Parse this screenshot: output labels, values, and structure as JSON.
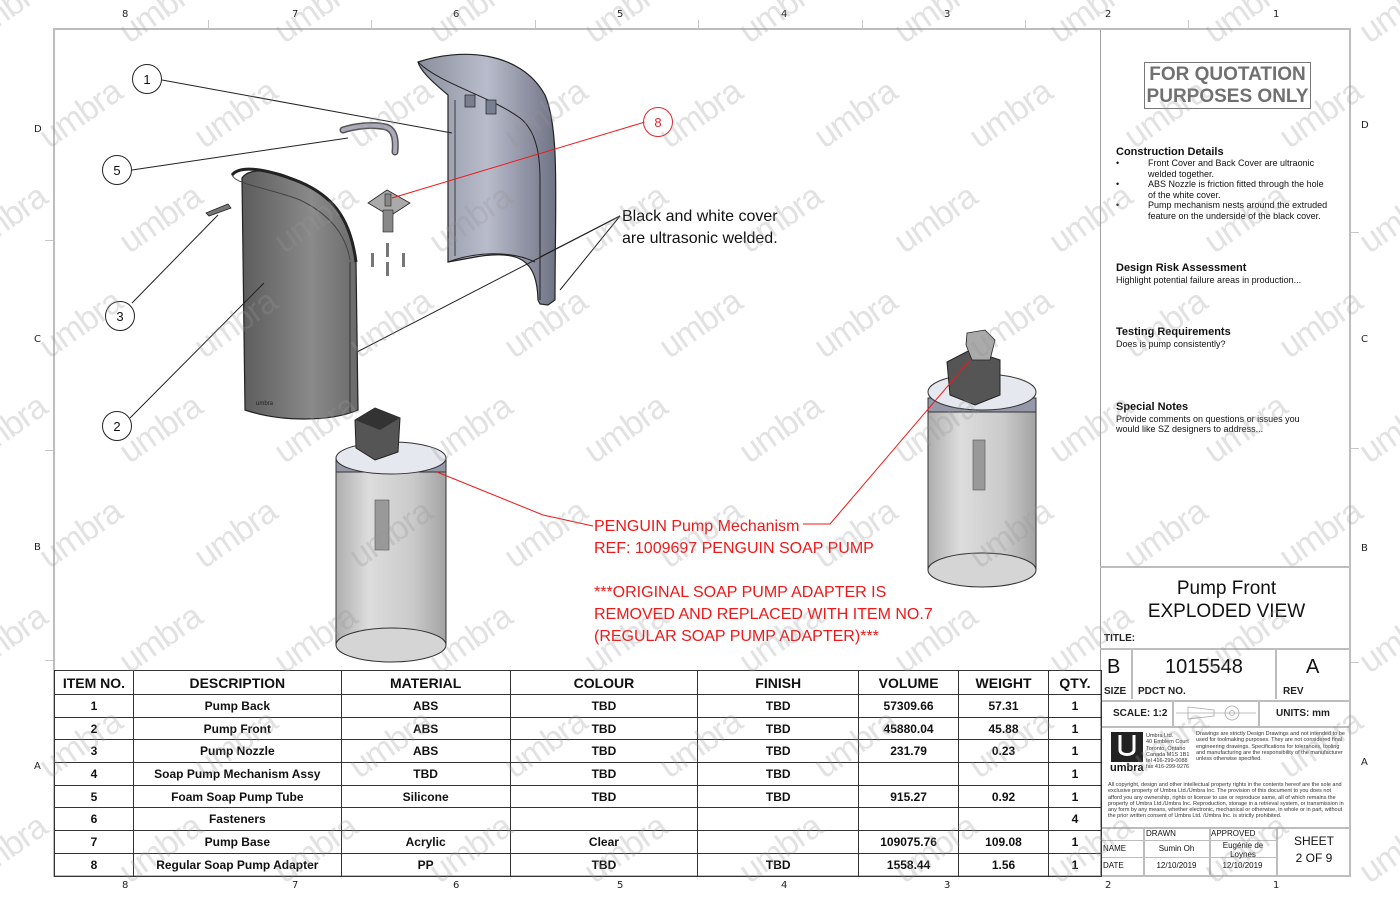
{
  "zones": {
    "top": [
      "8",
      "7",
      "6",
      "5",
      "4",
      "3",
      "2",
      "1"
    ],
    "bottom": [
      "8",
      "7",
      "6",
      "5",
      "4",
      "3",
      "2",
      "1"
    ],
    "left": [
      "D",
      "C",
      "B",
      "A"
    ],
    "right": [
      "D",
      "C",
      "B",
      "A"
    ]
  },
  "watermark": "umbra",
  "drawing": {
    "balloons": [
      {
        "id": "1",
        "label": "1"
      },
      {
        "id": "5",
        "label": "5"
      },
      {
        "id": "3",
        "label": "3"
      },
      {
        "id": "2",
        "label": "2"
      },
      {
        "id": "8",
        "label": "8"
      }
    ],
    "weld_note": [
      "Black and white cover",
      "are ultrasonic welded."
    ],
    "pump_note": {
      "line1": "PENGUIN Pump Mechanism",
      "line2": "REF: 1009697 PENGUIN SOAP PUMP",
      "line3": "***ORIGINAL SOAP PUMP ADAPTER IS",
      "line4": "REMOVED AND REPLACED WITH ITEM NO.7",
      "line5": "(REGULAR SOAP PUMP ADAPTER)***"
    },
    "colors": {
      "annotation_red": "#f01818",
      "line_black": "#222222"
    }
  },
  "title_block": {
    "stamp": [
      "FOR QUOTATION",
      "PURPOSES ONLY"
    ],
    "construction": {
      "heading": "Construction Details",
      "bullets": [
        "Front Cover and Back Cover are ultraonic welded together.",
        "ABS Nozzle is friction fitted through the hole of the white cover.",
        "Pump mechanism nests around the extruded feature on the underside of the black cover."
      ]
    },
    "risk": {
      "heading": "Design Risk Assessment",
      "text": "Highlight potential failure areas in production..."
    },
    "testing": {
      "heading": "Testing Requirements",
      "text": "Does is pump consistently?"
    },
    "special": {
      "heading": "Special Notes",
      "text": "Provide comments on questions or issues you would like SZ designers to address..."
    },
    "title_line1": "Pump Front",
    "title_line2": "EXPLODED VIEW",
    "title_label": "TITLE:",
    "size_value": "B",
    "size_label": "SIZE",
    "pdct_value": "1015548",
    "pdct_label": "PDCT  NO.",
    "rev_value": "A",
    "rev_label": "REV",
    "scale": "SCALE: 1:2",
    "units": "UNITS: mm",
    "company": {
      "logo_text": "umbra",
      "address": [
        "Umbra Ltd.",
        "40 Emblem Court",
        "Toronto, Ontario",
        "Canada M1S 1B1",
        "tel 416-299-0088",
        "fax 416-299-9276"
      ],
      "disclaimer": "Drawings are strictly Design Drawings and not intended to be used for toolmaking purposes. They are not considered final engineering drawings. Specifications for tolerances, tooling and manufacturing are the responsibility of the manufacturer unless otherwise specified.",
      "copyright": "All copyright, design and other intellectual property rights in the contents hereof are the sole and exclusive property of Umbra Ltd./Umbra Inc. The provision of this document to you does not afford you any ownership, rights or license to use or reproduce same, all of which remains the property of Umbra Ltd./Umbra Inc. Reproduction, storage in a retrieval system, or transmission in any form by any means, whether electronic, mechanical or otherwise, in whole or in part, without the prior written consent of Umbra Ltd. /Umbra Inc. is strictly prohibited."
    },
    "signoff": {
      "drawn_label": "DRAWN",
      "approved_label": "APPROVED",
      "name_label": "NAME",
      "date_label": "DATE",
      "drawn_name": "Sumin Oh",
      "approved_name": "Eugénie de Loynes",
      "drawn_date": "12/10/2019",
      "approved_date": "12/10/2019",
      "sheet_label": "SHEET",
      "sheet_value": "2 OF 9"
    }
  },
  "bom": {
    "headers": [
      "ITEM  NO.",
      "DESCRIPTION",
      "MATERIAL",
      "COLOUR",
      "FINISH",
      "VOLUME",
      "WEIGHT",
      "QTY."
    ],
    "rows": [
      [
        "1",
        "Pump Back",
        "ABS",
        "TBD",
        "TBD",
        "57309.66",
        "57.31",
        "1"
      ],
      [
        "2",
        "Pump Front",
        "ABS",
        "TBD",
        "TBD",
        "45880.04",
        "45.88",
        "1"
      ],
      [
        "3",
        "Pump Nozzle",
        "ABS",
        "TBD",
        "TBD",
        "231.79",
        "0.23",
        "1"
      ],
      [
        "4",
        "Soap Pump Mechanism Assy",
        "TBD",
        "TBD",
        "TBD",
        "",
        "",
        "1"
      ],
      [
        "5",
        "Foam Soap Pump Tube",
        "Silicone",
        "TBD",
        "TBD",
        "915.27",
        "0.92",
        "1"
      ],
      [
        "6",
        "Fasteners",
        "",
        "",
        "",
        "",
        "",
        "4"
      ],
      [
        "7",
        "Pump Base",
        "Acrylic",
        "Clear",
        "",
        "109075.76",
        "109.08",
        "1"
      ],
      [
        "8",
        "Regular Soap Pump Adapter",
        "PP",
        "TBD",
        "TBD",
        "1558.44",
        "1.56",
        "1"
      ]
    ]
  }
}
